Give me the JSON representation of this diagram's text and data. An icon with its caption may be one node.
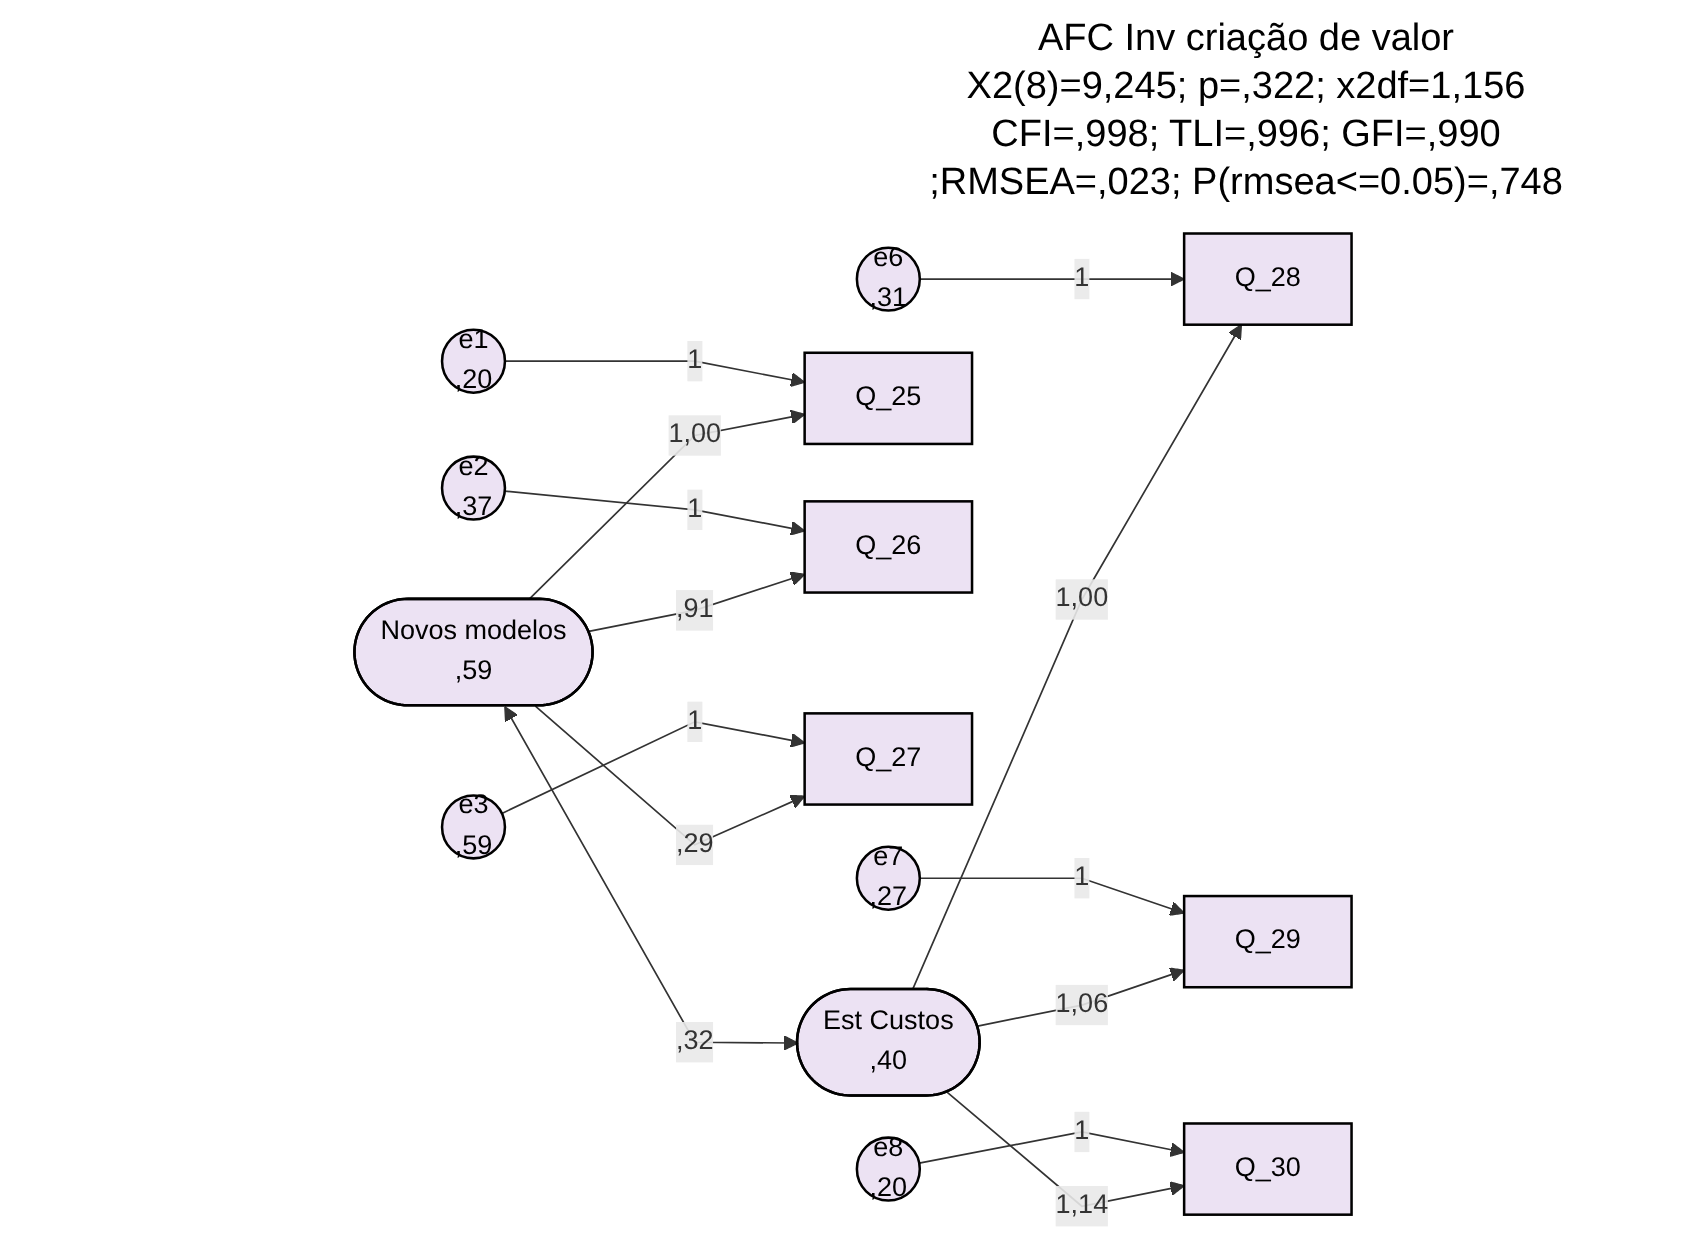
{
  "diagram": {
    "title": "AFC Inv criação de valor",
    "nodes": [
      {
        "text": [
          "e1",
          ",20"
        ]
      },
      {
        "text": [
          "e2",
          ",37"
        ]
      },
      {
        "text": [
          "e3",
          ",59"
        ]
      },
      {
        "text": [
          "e6",
          ",31"
        ]
      },
      {
        "text": [
          "e7",
          ",27"
        ]
      },
      {
        "text": [
          "e8",
          ",20"
        ]
      },
      {
        "text": [
          "Q_25"
        ]
      },
      {
        "text": [
          "Q_26"
        ]
      },
      {
        "text": [
          "Q_27"
        ]
      },
      {
        "text": [
          "Q_28"
        ]
      },
      {
        "text": [
          "Q_29"
        ]
      },
      {
        "text": [
          "Q_30"
        ]
      },
      {
        "text": [
          "Novos modelos",
          ",59"
        ]
      },
      {
        "text": [
          "Est Custos",
          ",40"
        ]
      }
    ],
    "edges": [
      {
        "from": 0,
        "to": 6,
        "arrow": "to",
        "label": "1"
      },
      {
        "from": 1,
        "to": 7,
        "arrow": "to",
        "label": "1"
      },
      {
        "from": 2,
        "to": 8,
        "arrow": "to",
        "label": "1"
      },
      {
        "from": 3,
        "to": 9,
        "arrow": "to",
        "label": "1"
      },
      {
        "from": 4,
        "to": 10,
        "arrow": "to",
        "label": "1"
      },
      {
        "from": 5,
        "to": 11,
        "arrow": "to",
        "label": "1"
      },
      {
        "from": 12,
        "to": 6,
        "arrow": "to",
        "label": "1,00"
      },
      {
        "from": 12,
        "to": 7,
        "arrow": "to",
        "label": ",91"
      },
      {
        "from": 12,
        "to": 8,
        "arrow": "to",
        "label": ",29"
      },
      {
        "from": 13,
        "to": 9,
        "arrow": "to",
        "label": "1,00"
      },
      {
        "from": 13,
        "to": 10,
        "arrow": "to",
        "label": "1,06"
      },
      {
        "from": 13,
        "to": 11,
        "arrow": "to",
        "label": "1,14"
      },
      {
        "from": 12,
        "to": 13,
        "arrow": "both",
        "label": ",32"
      }
    ],
    "labels": [
      "X2(8)=9,245; p=,322; x2df=1,156",
      "CFI=,998; TLI=,996; GFI=,990",
      ";RMSEA=,023; P(rmsea<=0.05)=,748"
    ]
  }
}
